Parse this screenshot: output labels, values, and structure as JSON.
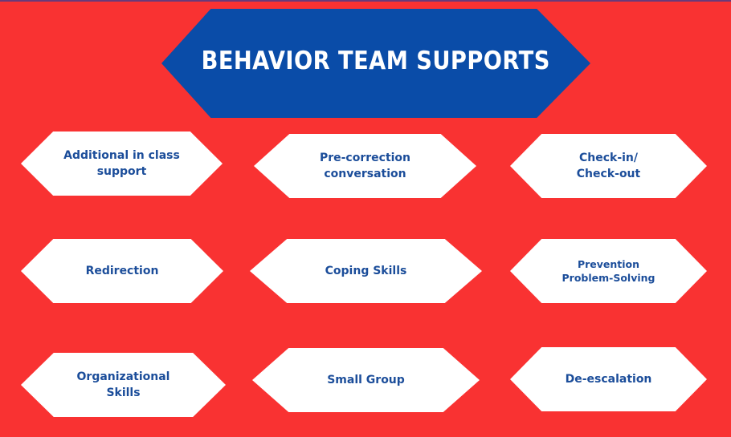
{
  "title": "BEHAVIOR TEAM SUPPORTS",
  "supports": [
    "Additional in class support",
    "Pre-correction conversation",
    "Check-in/ Check-out",
    "Redirection",
    "Coping Skills",
    "Prevention Problem-Solving",
    "Organizational Skills",
    "Small Group",
    "De-escalation"
  ],
  "colors": {
    "background": "#f93232",
    "banner": "#0a4ca8",
    "text": "#1b4d9a"
  }
}
